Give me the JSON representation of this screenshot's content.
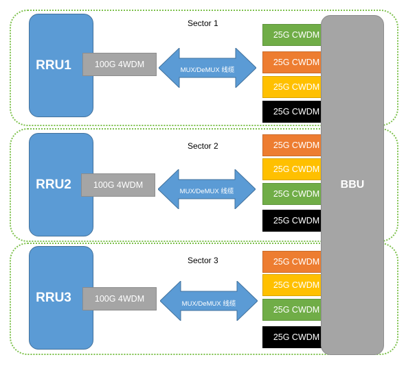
{
  "colors": {
    "rru": "#5b9bd5",
    "gray": "#a5a5a5",
    "arrow": "#5b9bd5",
    "sector_border": "#7cc04a",
    "green": "#70ad47",
    "orange": "#ed7d31",
    "yellow": "#ffc000",
    "black": "#000000"
  },
  "bbu": {
    "label": "BBU"
  },
  "sectors": [
    {
      "title": "Sector 1",
      "rru_label": "RRU1",
      "wdm_label": "100G 4WDM",
      "arrow_label": "MUX/DeMUX 线缆",
      "cwdm": [
        {
          "label": "25G CWDM",
          "color": "green"
        },
        {
          "label": "25G CWDM",
          "color": "orange"
        },
        {
          "label": "25G CWDM",
          "color": "yellow"
        },
        {
          "label": "25G CWDM",
          "color": "black"
        }
      ]
    },
    {
      "title": "Sector 2",
      "rru_label": "RRU2",
      "wdm_label": "100G 4WDM",
      "arrow_label": "MUX/DeMUX 线缆",
      "cwdm": [
        {
          "label": "25G CWDM",
          "color": "orange"
        },
        {
          "label": "25G CWDM",
          "color": "yellow"
        },
        {
          "label": "25G CWDM",
          "color": "green"
        },
        {
          "label": "25G CWDM",
          "color": "black"
        }
      ]
    },
    {
      "title": "Sector 3",
      "rru_label": "RRU3",
      "wdm_label": "100G 4WDM",
      "arrow_label": "MUX/DeMUX 线缆",
      "cwdm": [
        {
          "label": "25G CWDM",
          "color": "orange"
        },
        {
          "label": "25G CWDM",
          "color": "yellow"
        },
        {
          "label": "25G CWDM",
          "color": "green"
        },
        {
          "label": "25G CWDM",
          "color": "black"
        }
      ]
    }
  ]
}
